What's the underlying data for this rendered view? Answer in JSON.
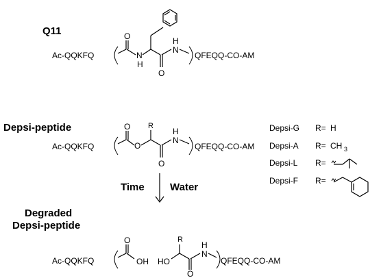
{
  "q11": {
    "title": "Q11",
    "left_fragment": "Ac-QQKFQ",
    "right_fragment": "QFEQQ-CO-AM",
    "atom_o": "O",
    "atom_n": "N",
    "atom_h": "H"
  },
  "depsi": {
    "title": "Depsi-peptide",
    "left_fragment": "Ac-QQKFQ",
    "right_fragment": "QFEQQ-CO-AM",
    "atom_o": "O",
    "atom_n": "N",
    "atom_h": "H",
    "atom_r": "R"
  },
  "variants": [
    {
      "name": "Depsi-G",
      "r_label": "R=",
      "r_value": "H"
    },
    {
      "name": "Depsi-A",
      "r_label": "R=",
      "r_value": "CH",
      "r_sub": "3"
    },
    {
      "name": "Depsi-L",
      "r_label": "R="
    },
    {
      "name": "Depsi-F",
      "r_label": "R="
    }
  ],
  "arrow": {
    "left_label": "Time",
    "right_label": "Water"
  },
  "degraded": {
    "title_line1": "Degraded",
    "title_line2": "Depsi-peptide",
    "left_fragment": "Ac-QQKFQ",
    "right_fragment": "QFEQQ-CO-AM",
    "atom_o": "O",
    "atom_oh": "OH",
    "atom_ho": "HO",
    "atom_n": "N",
    "atom_h": "H",
    "atom_r": "R"
  }
}
